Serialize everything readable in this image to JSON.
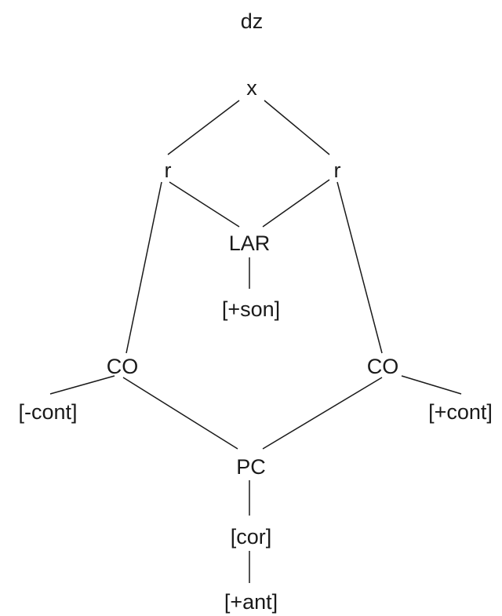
{
  "diagram": {
    "title": "dz",
    "nodes": {
      "root": "x",
      "root_left": "r",
      "root_right": "r",
      "laryngeal": "LAR",
      "sonorant": "[+son]",
      "co_left": "CO",
      "co_right": "CO",
      "cont_left": "[-cont]",
      "cont_right": "[+cont]",
      "place": "PC",
      "coronal": "[cor]",
      "anterior": "[+ant]"
    },
    "edges": [
      [
        "root",
        "root_left"
      ],
      [
        "root",
        "root_right"
      ],
      [
        "root_left",
        "laryngeal"
      ],
      [
        "root_right",
        "laryngeal"
      ],
      [
        "laryngeal",
        "sonorant"
      ],
      [
        "root_left",
        "co_left"
      ],
      [
        "root_right",
        "co_right"
      ],
      [
        "co_left",
        "cont_left"
      ],
      [
        "co_right",
        "cont_right"
      ],
      [
        "co_left",
        "place"
      ],
      [
        "co_right",
        "place"
      ],
      [
        "place",
        "coronal"
      ],
      [
        "coronal",
        "anterior"
      ]
    ]
  }
}
